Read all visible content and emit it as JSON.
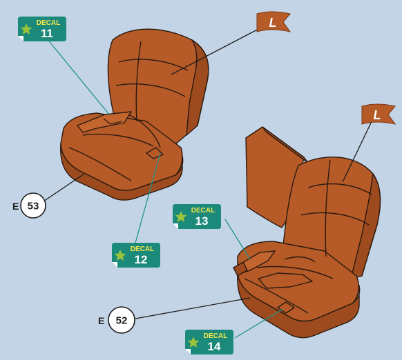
{
  "colors": {
    "background": "#c3d4e6",
    "seat_fill": "#b65a27",
    "seat_dark": "#9c4a1e",
    "outline": "#2a1a10",
    "decal_badge": "#1b8a7a",
    "decal_leader": "#1f9488",
    "decal_star": "#9cc43a",
    "decal_word": "#f7e64a",
    "flag": "#b65a27",
    "part_leader": "#1b1b1b"
  },
  "decals": [
    {
      "word": "DECAL",
      "number": "11"
    },
    {
      "word": "DECAL",
      "number": "12"
    },
    {
      "word": "DECAL",
      "number": "13"
    },
    {
      "word": "DECAL",
      "number": "14"
    }
  ],
  "parts": [
    {
      "letter": "E",
      "number": "53"
    },
    {
      "letter": "E",
      "number": "52"
    }
  ],
  "flags": [
    {
      "letter": "L",
      "icon": "side-flag-icon"
    },
    {
      "letter": "L",
      "icon": "side-flag-icon"
    }
  ]
}
